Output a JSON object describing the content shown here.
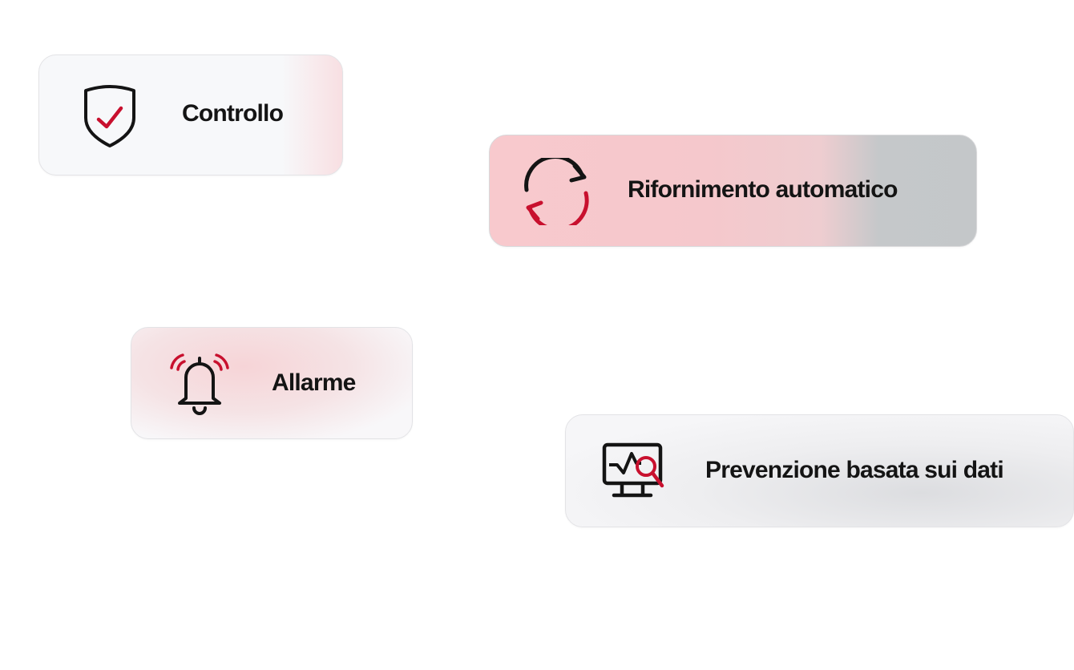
{
  "colors": {
    "accent": "#c8102e",
    "ink": "#141414"
  },
  "cards": [
    {
      "label": "Controllo",
      "icon": "shield-check-icon"
    },
    {
      "label": "Rifornimento automatico",
      "icon": "refresh-icon"
    },
    {
      "label": "Allarme",
      "icon": "bell-alarm-icon"
    },
    {
      "label": "Prevenzione basata sui dati",
      "icon": "monitor-search-icon"
    }
  ]
}
